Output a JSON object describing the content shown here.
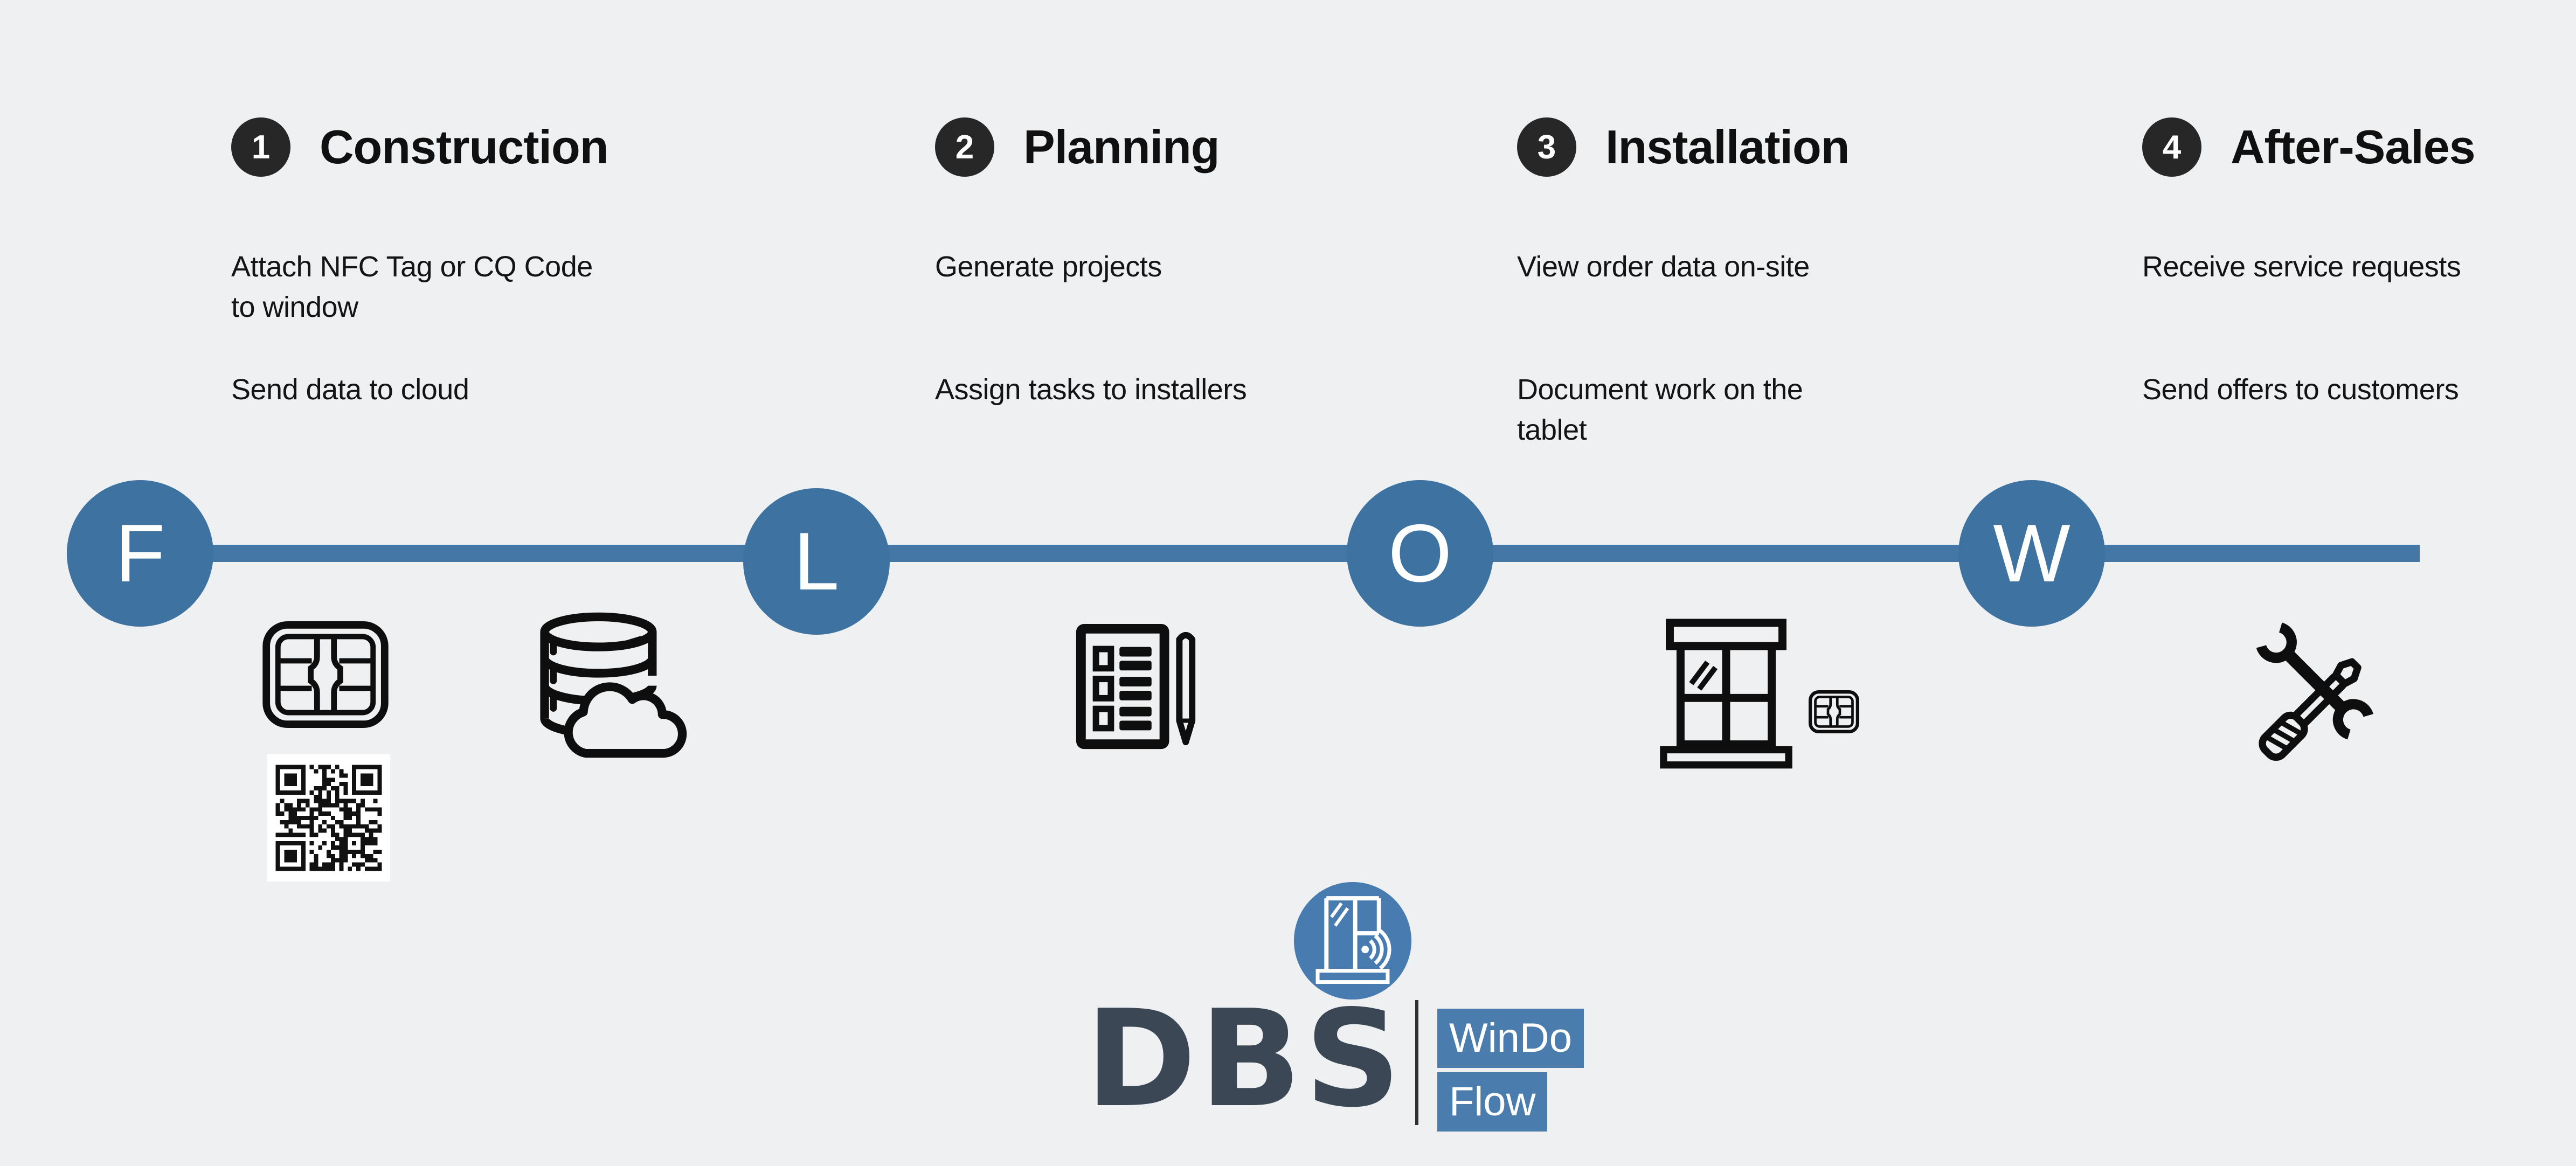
{
  "page": {
    "background": "#eef0f2"
  },
  "colors": {
    "timeline_line": "#4577a6",
    "timeline_circle": "#3d72a1",
    "step_badge": "#272727",
    "body_text": "#141414",
    "logo_circle_blue": "#487cb0",
    "logo_box_blue": "#4a7dae",
    "brand_text": "#3b4754",
    "icon_stroke": "#0e0e0e",
    "qr_background": "#ffffff"
  },
  "steps": [
    {
      "number": "1",
      "title": "Construction",
      "para1_lines": [
        "Attach NFC Tag or CQ Code",
        "to window"
      ],
      "para2_lines": [
        "Send data to cloud"
      ],
      "icons": [
        "nfc-chip-icon",
        "qr-code-icon",
        "database-cloud-icon"
      ]
    },
    {
      "number": "2",
      "title": "Planning",
      "para1_lines": [
        "Generate projects"
      ],
      "para2_lines": [
        "Assign tasks to installers"
      ],
      "icons": [
        "checklist-pencil-icon"
      ]
    },
    {
      "number": "3",
      "title": "Installation",
      "para1_lines": [
        "View order data on-site"
      ],
      "para2_lines": [
        "Document work on the",
        "tablet"
      ],
      "icons": [
        "window-icon",
        "nfc-chip-small-icon"
      ]
    },
    {
      "number": "4",
      "title": "After-Sales",
      "para1_lines": [
        "Receive service requests"
      ],
      "para2_lines": [
        "Send offers to customers"
      ],
      "icons": [
        "wrench-screwdriver-icon"
      ]
    }
  ],
  "timeline": {
    "letters": [
      "F",
      "L",
      "O",
      "W"
    ]
  },
  "logo": {
    "brand": "DBS",
    "product_top": "WinDo",
    "product_bottom": "Flow",
    "icon": "window-nfc-icon"
  }
}
